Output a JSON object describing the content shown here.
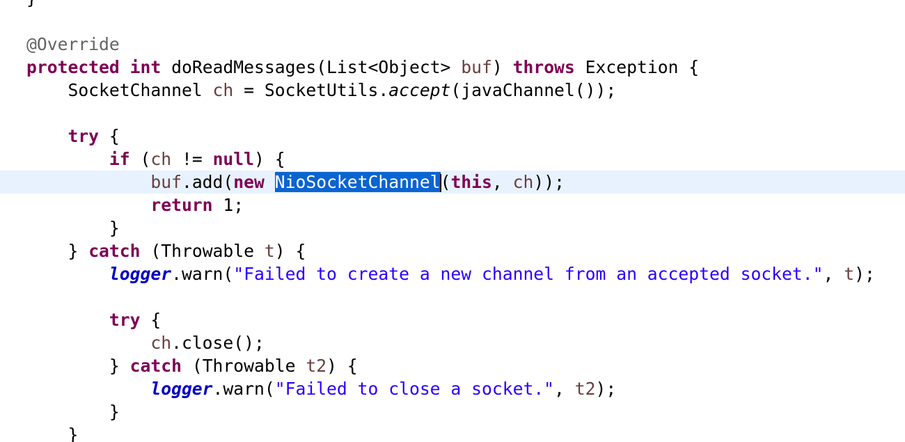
{
  "editor": {
    "lines": {
      "l0": {
        "t0": "}"
      },
      "l2": {
        "t0": "@Override"
      },
      "l3": {
        "t0": "protected",
        "t1": " ",
        "t2": "int",
        "t3": " doReadMessages(List<Object> ",
        "t4": "buf",
        "t5": ") ",
        "t6": "throws",
        "t7": " Exception {"
      },
      "l4": {
        "t0": "    SocketChannel ",
        "t1": "ch",
        "t2": " = SocketUtils.",
        "t3": "accept",
        "t4": "(javaChannel());"
      },
      "l6": {
        "t0": "    ",
        "t1": "try",
        "t2": " {"
      },
      "l7": {
        "t0": "        ",
        "t1": "if",
        "t2": " (",
        "t3": "ch",
        "t4": " != ",
        "t5": "null",
        "t6": ") {"
      },
      "l8": {
        "t0": "            ",
        "t1": "buf",
        "t2": ".add(",
        "t3": "new",
        "t4": " ",
        "t5": "NioSocketChannel",
        "t6": "(",
        "t7": "this",
        "t8": ", ",
        "t9": "ch",
        "t10": "));"
      },
      "l9": {
        "t0": "            ",
        "t1": "return",
        "t2": " 1;"
      },
      "l10": {
        "t0": "        }"
      },
      "l11": {
        "t0": "    } ",
        "t1": "catch",
        "t2": " (Throwable ",
        "t3": "t",
        "t4": ") {"
      },
      "l12": {
        "t0": "        ",
        "t1": "logger",
        "t2": ".warn(",
        "t3": "\"Failed to create a new channel from an accepted socket.\"",
        "t4": ", ",
        "t5": "t",
        "t6": ");"
      },
      "l14": {
        "t0": "        ",
        "t1": "try",
        "t2": " {"
      },
      "l15": {
        "t0": "            ",
        "t1": "ch",
        "t2": ".close();"
      },
      "l16": {
        "t0": "        } ",
        "t1": "catch",
        "t2": " (Throwable ",
        "t3": "t2",
        "t4": ") {"
      },
      "l17": {
        "t0": "            ",
        "t1": "logger",
        "t2": ".warn(",
        "t3": "\"Failed to close a socket.\"",
        "t4": ", ",
        "t5": "t2",
        "t6": ");"
      },
      "l18": {
        "t0": "        }"
      },
      "l19": {
        "t0": "    }"
      }
    },
    "selection": "NioSocketChannel"
  },
  "colors": {
    "keyword": "#7f0055",
    "annotation": "#646464",
    "local_variable": "#6a3e3e",
    "string": "#2a00ff",
    "static_field": "#0000c0",
    "current_line": "#e8f2fe",
    "selection": "#0a64d2"
  }
}
